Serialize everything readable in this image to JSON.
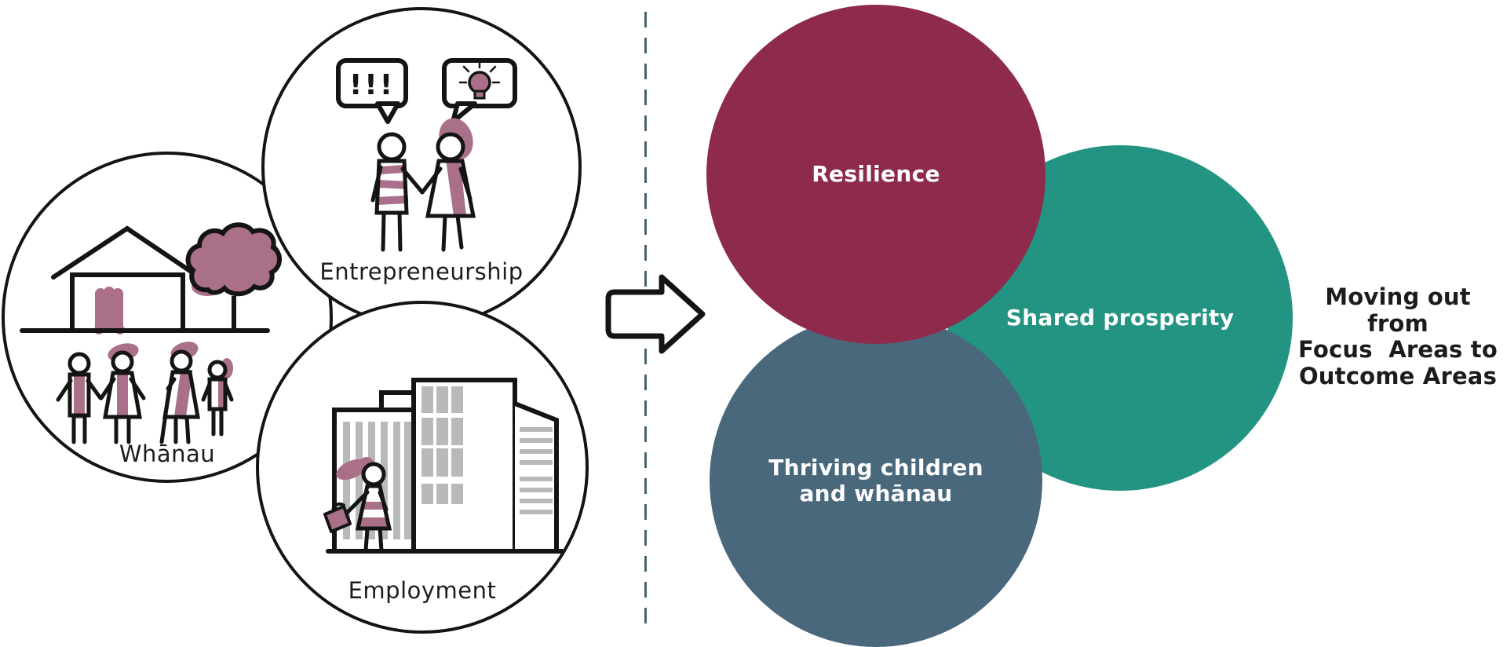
{
  "focus": {
    "whanau": {
      "label": "Whānau"
    },
    "entrepreneurship": {
      "label": "Entrepreneurship",
      "exclaim": "!!!"
    },
    "employment": {
      "label": "Employment"
    }
  },
  "outcomes": {
    "resilience": {
      "label": "Resilience",
      "color": "#8E2B4D"
    },
    "shared_prosperity": {
      "label": "Shared prosperity",
      "color": "#239482"
    },
    "thriving": {
      "label": "Thriving children\nand whānau",
      "color": "#4A687C"
    }
  },
  "caption": {
    "text": "Moving out from\nFocus  Areas to\nOutcome Areas"
  },
  "divider": {
    "color": "#45626F",
    "style": "dashed"
  },
  "palette": {
    "outline": "#141414",
    "mauve_accent": "#AA7089",
    "building_gray": "#B9B9B9"
  },
  "icons": {
    "whanau": "house-tree-family-illustration",
    "entrepreneurship": "two-people-conversation-illustration",
    "employment": "buildings-worker-illustration",
    "arrow": "block-arrow-right-icon"
  }
}
